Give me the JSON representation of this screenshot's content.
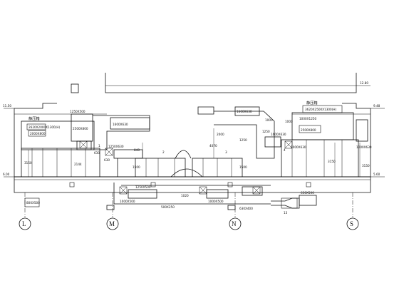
{
  "drawing": {
    "elevations": {
      "left_top": "11.50",
      "left_mid": "6.00",
      "right_high": "12.80",
      "right_top": "9.48",
      "right_mid": "5.60"
    },
    "left_unit": {
      "title": "静压箱",
      "size_box": "2620X2000X1300(H)",
      "duct_1": "1250X500",
      "duct_2": "2500X800",
      "duct_3": "2000X800",
      "duct_4": "1250X630",
      "duct_5": "1600X630",
      "dim_vertical": "3150",
      "dim_vertical_2": "2144",
      "dim_small": "630",
      "dim_small_2": "630",
      "tag": "1"
    },
    "right_unit": {
      "title": "静压箱",
      "size_box": "3620X2500X1300(H)",
      "duct_1": "1000X1250",
      "duct_2": "2500X800",
      "duct_3": "1600X630",
      "duct_4": "1000X630",
      "duct_5": "1000X630",
      "dim_vertical": "3150",
      "dim_vertical_2": "3150",
      "dim_small": "1250",
      "dim_small_2": "1000",
      "tag": "4"
    },
    "center": {
      "top_duct": "1600X630",
      "dim_a": "4070",
      "dim_b": "1500",
      "dim_c": "1500",
      "dim_d": "1250",
      "dim_e": "2000",
      "dim_f": "1000",
      "tag_left": "2",
      "tag_right": "3",
      "lower_1": "1250X500",
      "lower_2": "1000X500",
      "lower_3": "500X250",
      "lower_4": "1000X500",
      "lower_5": "630X400",
      "lower_6": "630X500",
      "tag_bottom": "13",
      "small_box": "800X500",
      "dim_g": "840",
      "dim_h": "1020"
    },
    "axes": [
      "L",
      "M",
      "N",
      "S"
    ]
  }
}
